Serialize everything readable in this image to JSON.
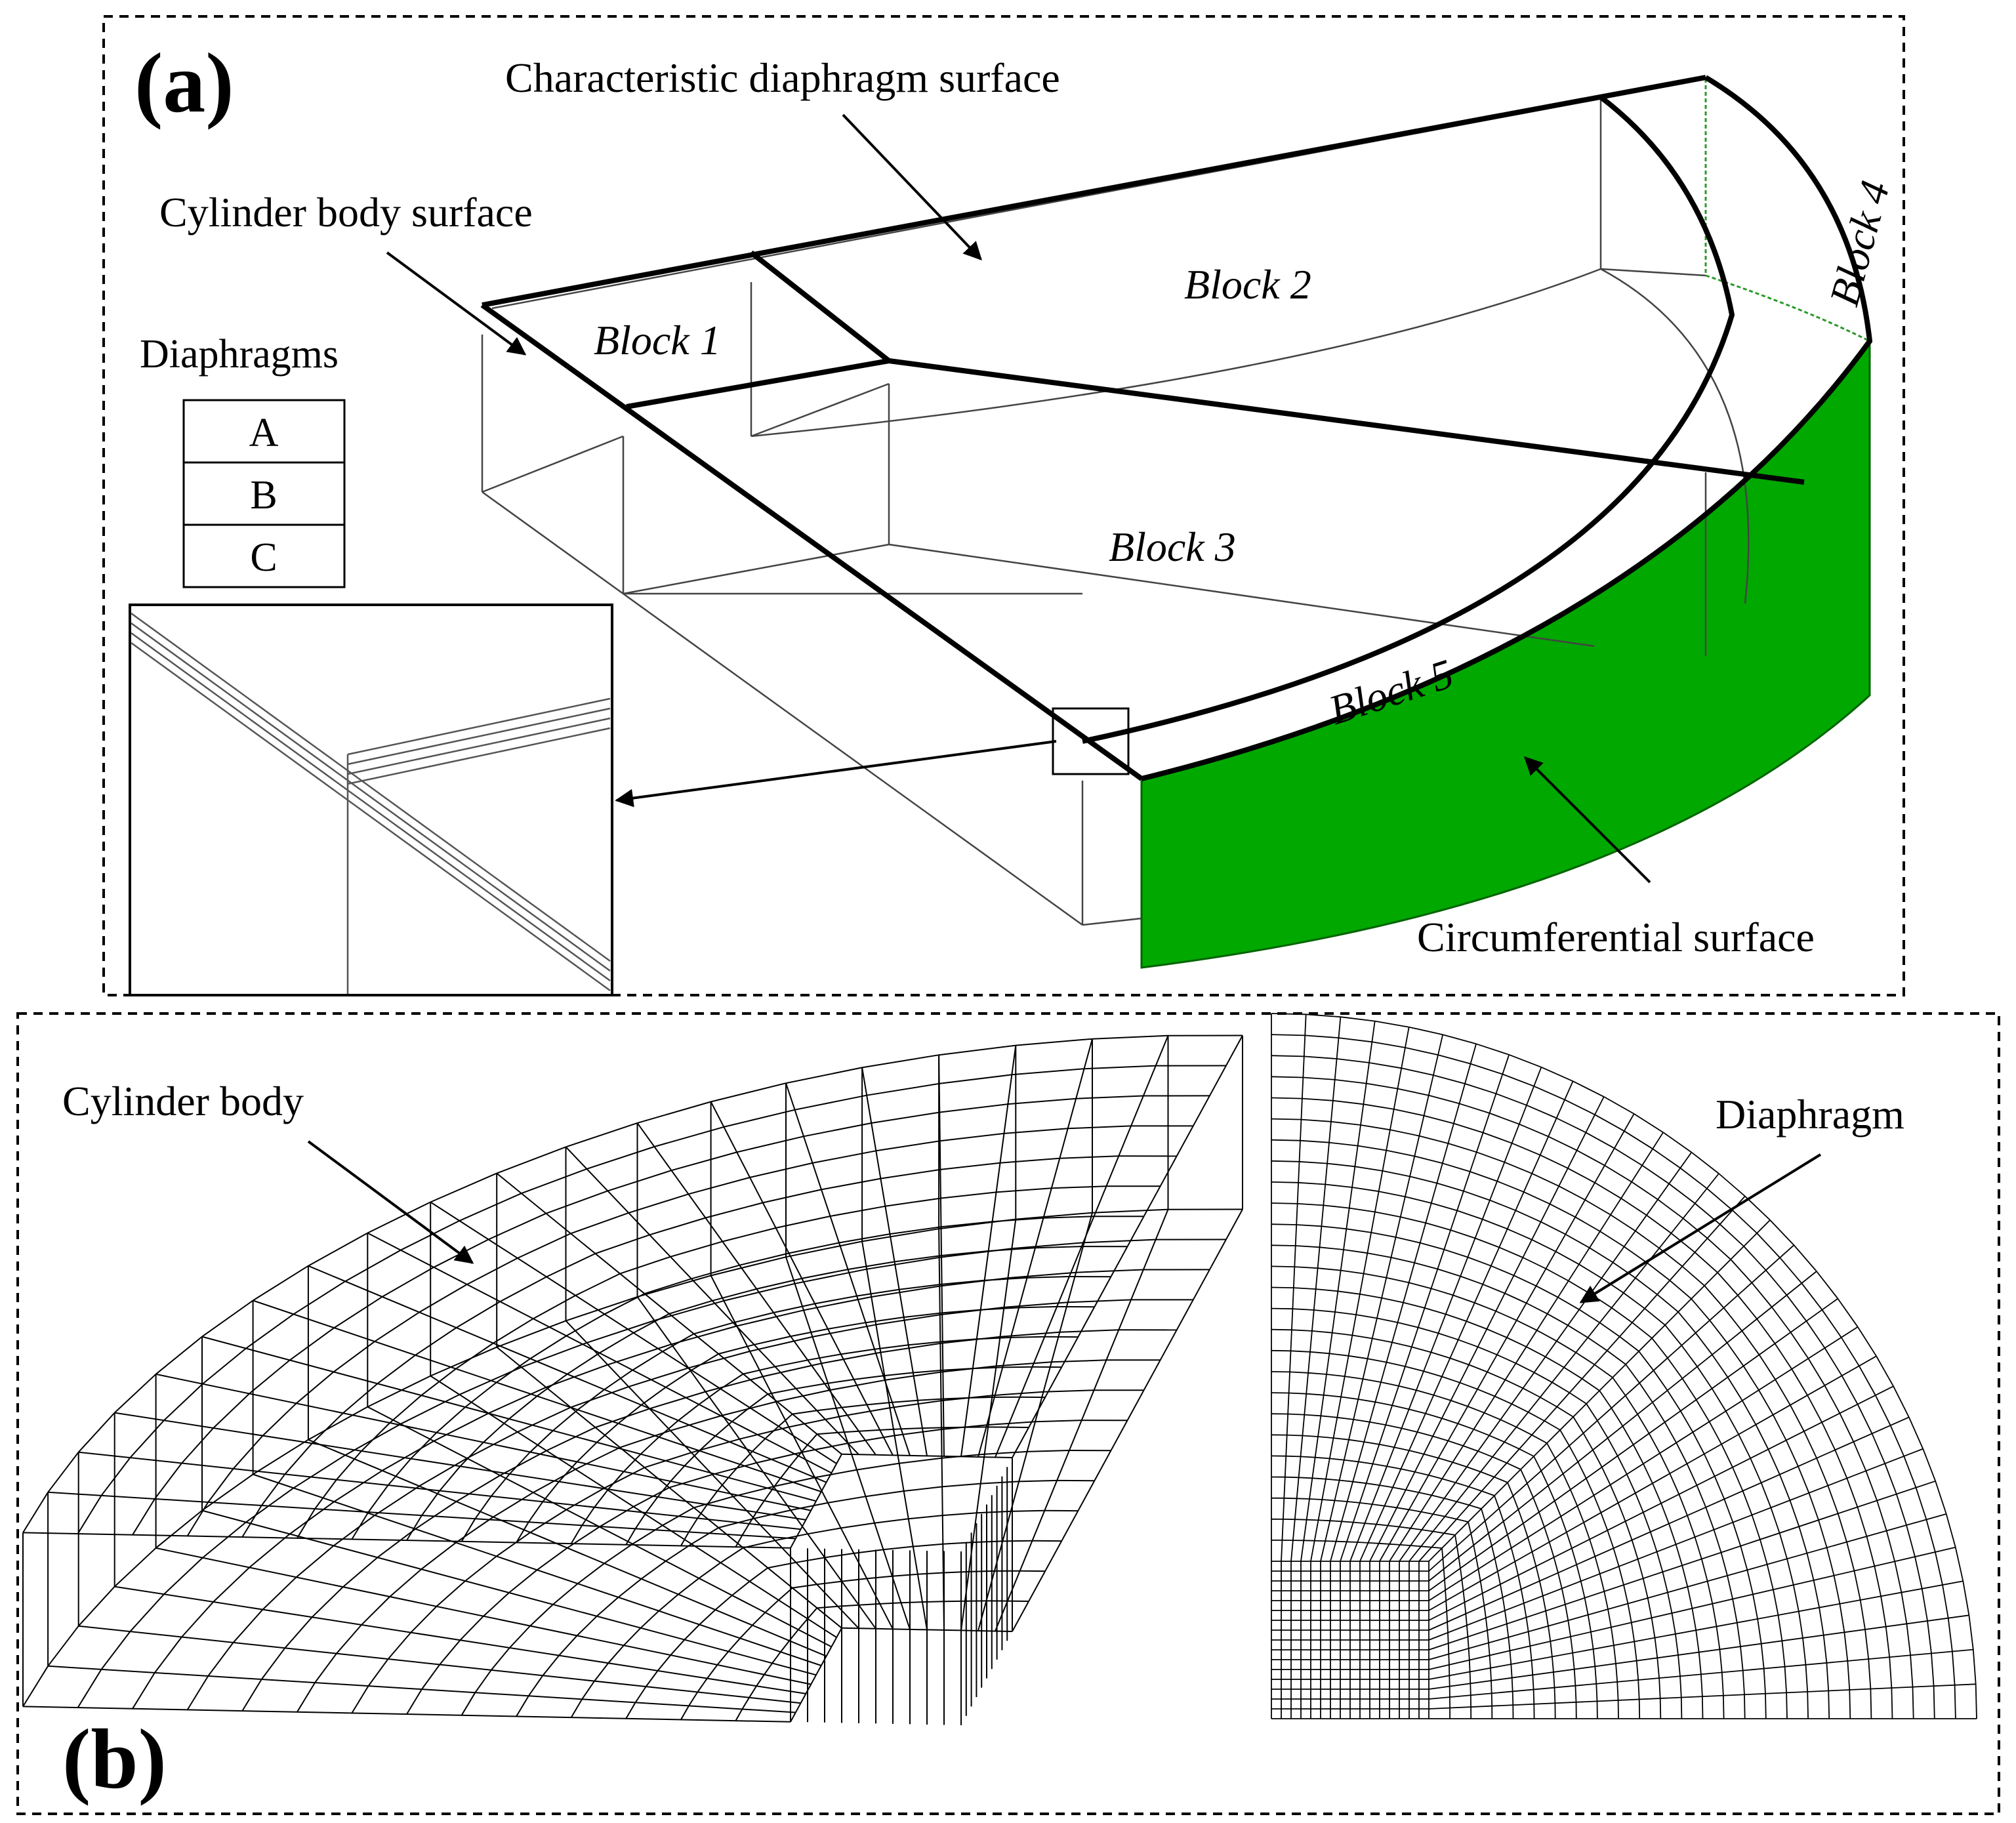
{
  "panel_a": {
    "letter": "(a)",
    "labels": {
      "characteristic_surface": "Characteristic diaphragm surface",
      "cylinder_body_surface": "Cylinder body surface",
      "circumferential_surface": "Circumferential surface",
      "diaphragms_title": "Diaphragms"
    },
    "diaphragm_list": [
      "A",
      "B",
      "C"
    ],
    "blocks": [
      "Block 1",
      "Block 2",
      "Block 3",
      "Block 4",
      "Block 5"
    ],
    "colors": {
      "circumferential_fill": "#00a800",
      "line": "#000000",
      "thin_line": "#555555"
    }
  },
  "panel_b": {
    "letter": "(b)",
    "labels": {
      "cylinder_body": "Cylinder body",
      "diaphragm": "Diaphragm"
    }
  }
}
